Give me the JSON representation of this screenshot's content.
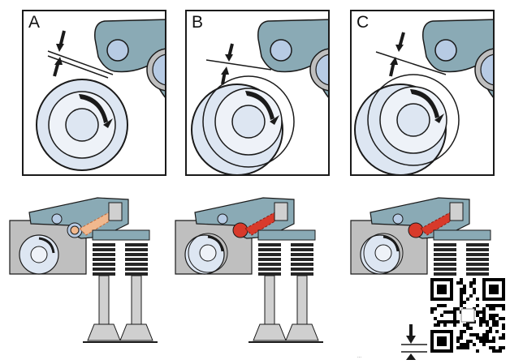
{
  "panels": [
    {
      "letter": "A",
      "state": "clearance"
    },
    {
      "letter": "B",
      "state": "clearance"
    },
    {
      "letter": "C",
      "state": "clearance"
    }
  ],
  "caption_fragment": "...",
  "colors": {
    "rocker": "#8aaab5",
    "cam_fill": "#dde6f2",
    "roller": "#b7cbe4",
    "spring": "#262626",
    "highlight_a": "#f1b88e",
    "highlight_bc": "#d83a2b",
    "outline": "#1a1a1a"
  },
  "icons": [
    "arrow-pair-icon",
    "rotation-arrow-icon",
    "qr-code-icon"
  ]
}
